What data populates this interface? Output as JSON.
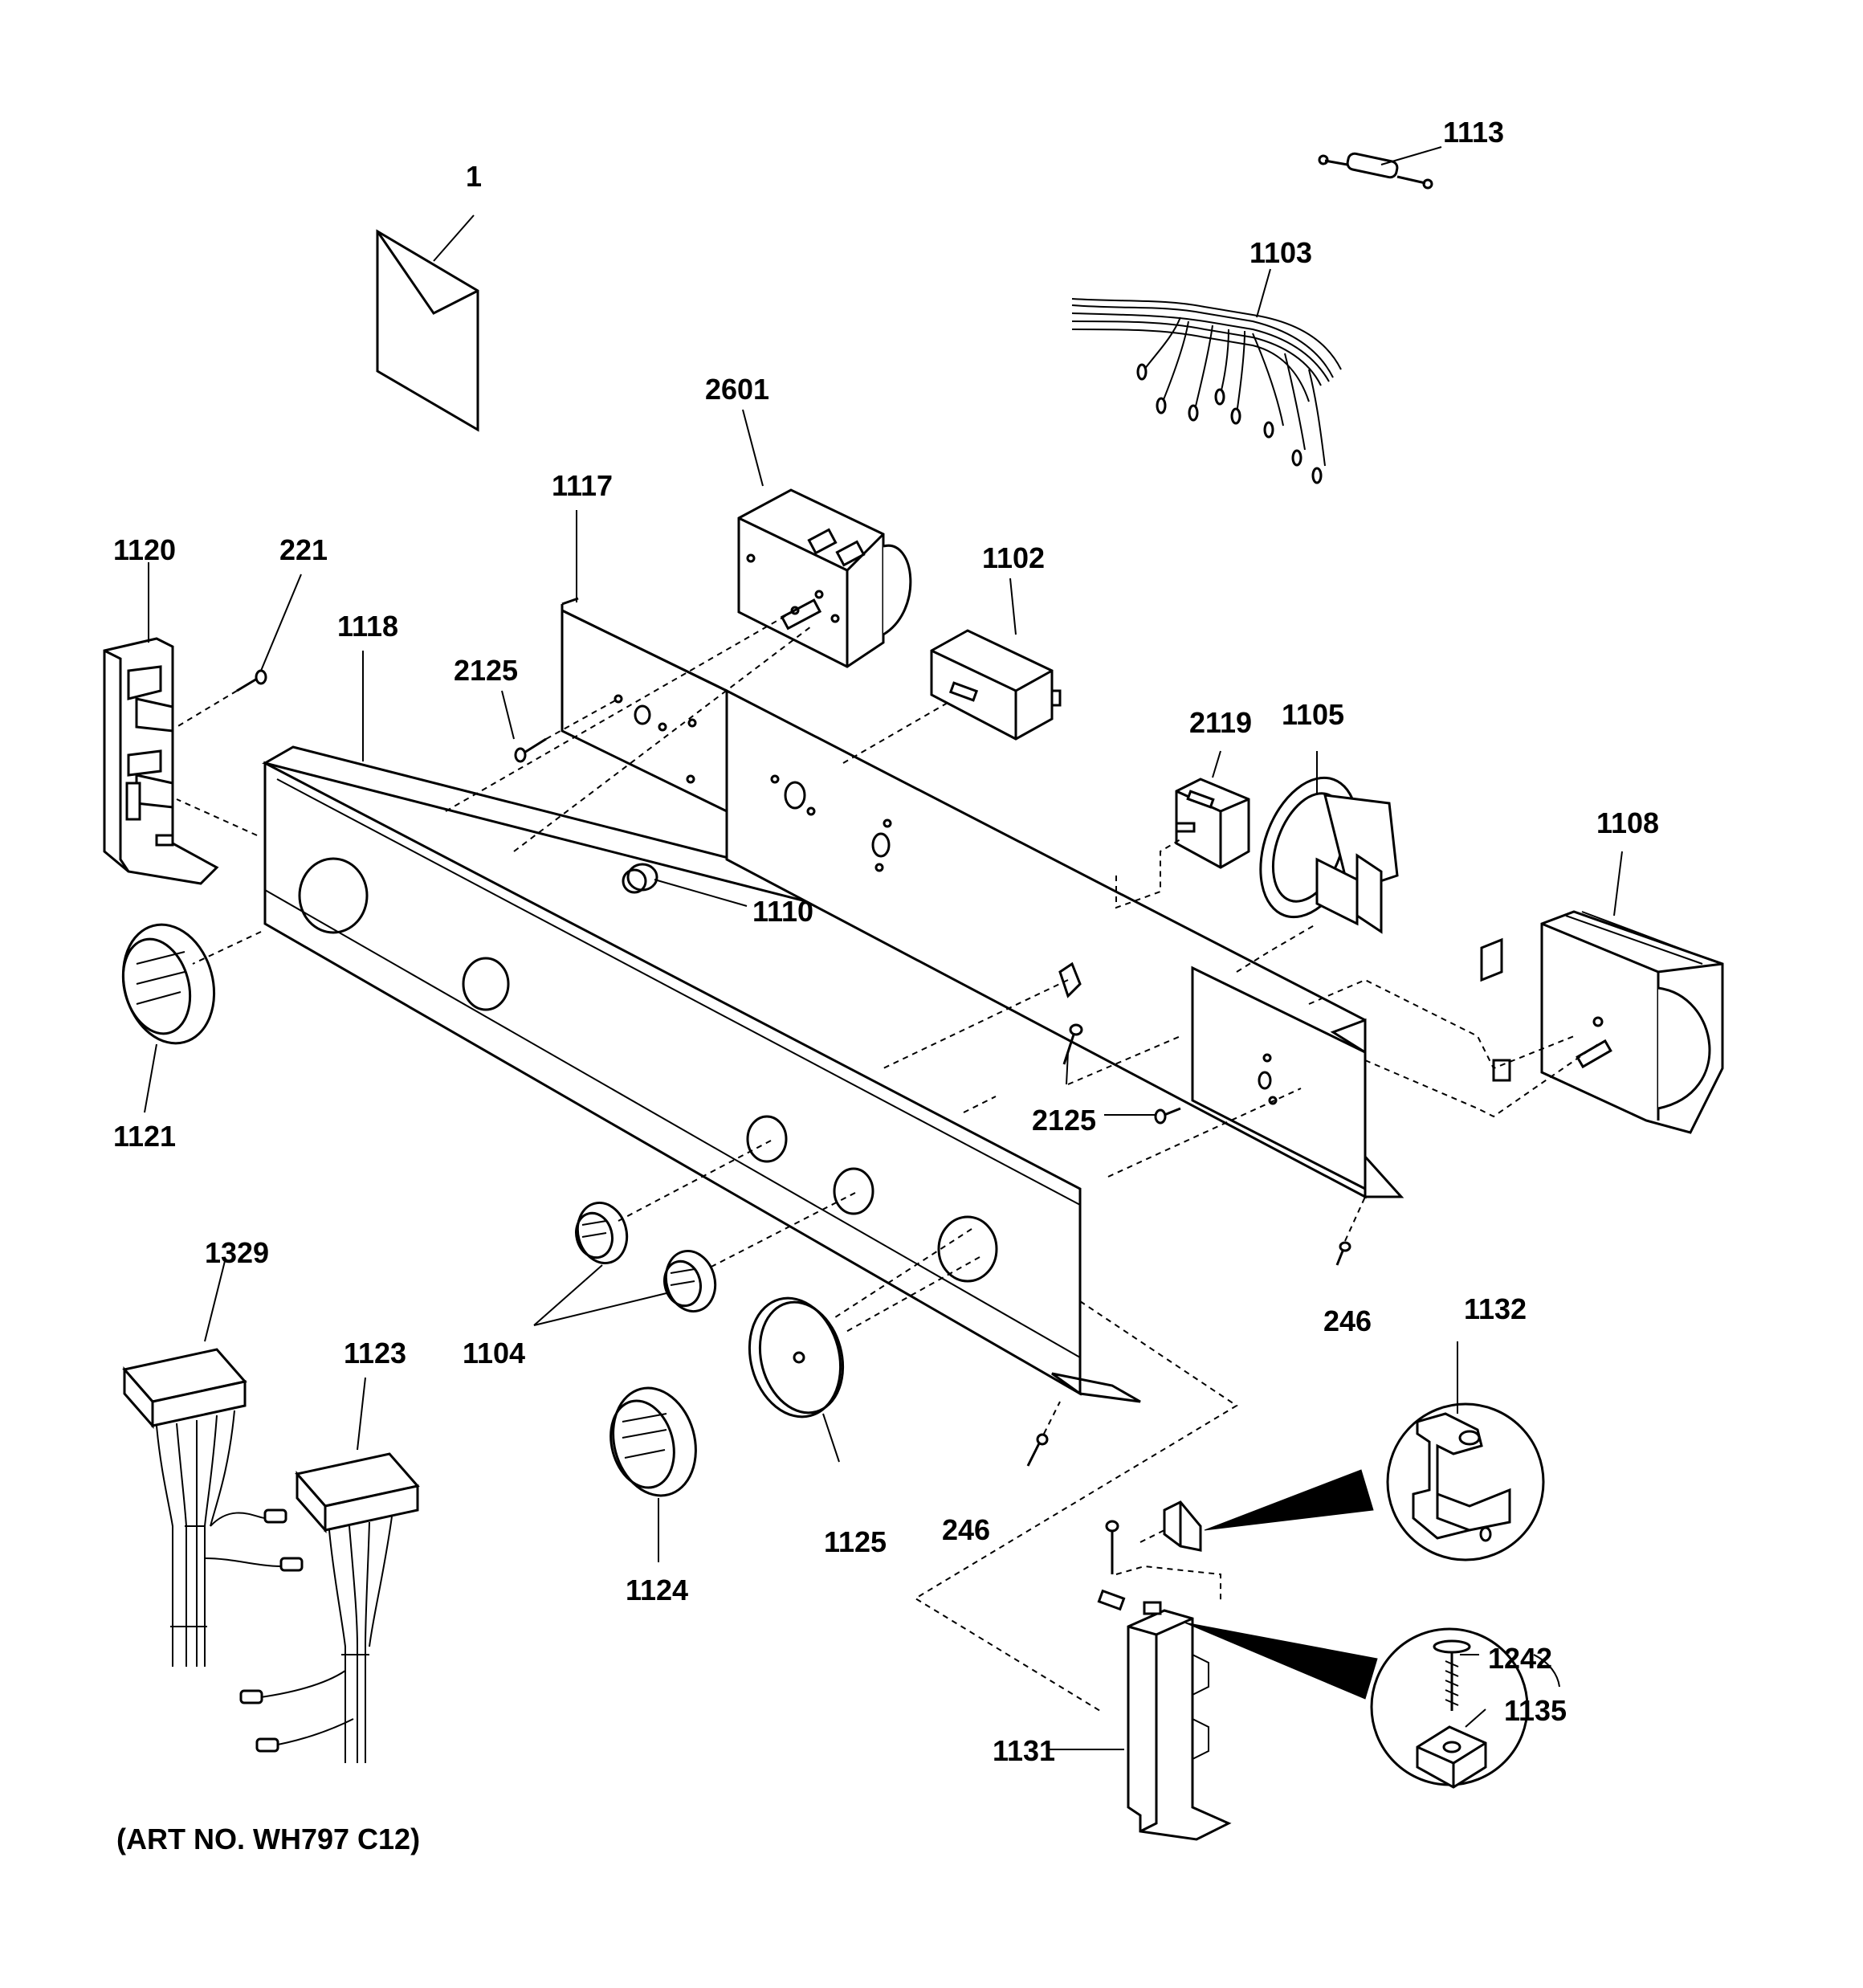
{
  "labels": {
    "p1": "1",
    "p1113": "1113",
    "p1103": "1103",
    "p2601": "2601",
    "p1117": "1117",
    "p1120": "1120",
    "p221": "221",
    "p1102": "1102",
    "p1118": "1118",
    "p2125a": "2125",
    "p2119": "2119",
    "p1105": "1105",
    "p1108": "1108",
    "p1110": "1110",
    "p1121": "1121",
    "p2125b": "2125",
    "p246a": "246",
    "p1329": "1329",
    "p1123": "1123",
    "p1104": "1104",
    "p1132": "1132",
    "p246b": "246",
    "p1125": "1125",
    "p1124": "1124",
    "p1242": "1242",
    "p1135": "1135",
    "p1131": "1131"
  },
  "art_number": "(ART NO. WH797 C12)"
}
